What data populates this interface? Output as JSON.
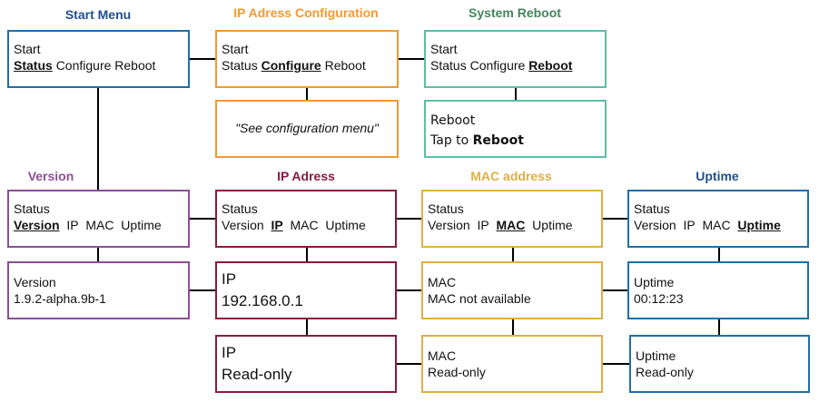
{
  "colors": {
    "blue": "#1f6fa8",
    "navy": "#1c3f78",
    "orange": "#f29a2e",
    "green": "#43855a",
    "teal": "#5bbfa5",
    "purple": "#8a4f96",
    "maroon": "#8b1a3c",
    "gold": "#e0b040"
  },
  "titles": {
    "start_menu": "Start Menu",
    "ip_config": "IP Adress Configuration",
    "reboot": "System Reboot",
    "version": "Version",
    "ip": "IP Adress",
    "mac": "MAC address",
    "uptime": "Uptime"
  },
  "menu": {
    "start": "Start",
    "status": "Status",
    "configure": "Configure",
    "reboot": "Reboot",
    "version": "Version",
    "ip": "IP",
    "mac": "MAC",
    "uptime": "Uptime"
  },
  "config_note": "\"See configuration menu\"",
  "reboot_screen": {
    "title": "Reboot",
    "prefix": "Tap to ",
    "action": "Reboot"
  },
  "version_screen": {
    "title": "Version",
    "value": "1.9.2-alpha.9b-1"
  },
  "ip_screen": {
    "title": "IP",
    "value": "192.168.0.1",
    "ro_title": "IP",
    "ro_value": "Read-only"
  },
  "mac_screen": {
    "title": "MAC",
    "value": "MAC not available",
    "ro_title": "MAC",
    "ro_value": "Read-only"
  },
  "uptime_screen": {
    "title": "Uptime",
    "value": "00:12:23",
    "ro_title": "Uptime",
    "ro_value": "Read-only"
  }
}
